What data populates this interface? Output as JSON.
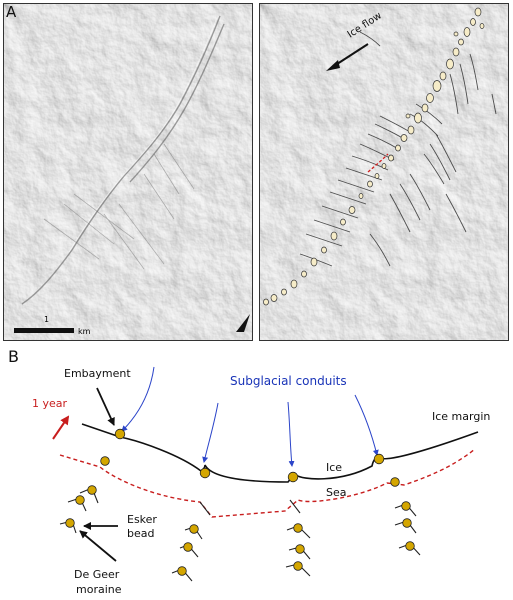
{
  "panel_a": {
    "label": "A",
    "scale_value": "1",
    "scale_unit": "km",
    "ice_flow_label": "Ice flow"
  },
  "panel_b": {
    "label": "B",
    "labels": {
      "embayment": "Embayment",
      "subglacial_conduits": "Subglacial conduits",
      "one_year": "1 year",
      "ice_margin": "Ice margin",
      "ice": "Ice",
      "sea": "Sea",
      "esker": "Esker",
      "bead": "bead",
      "de_geer": "De Geer",
      "moraine": "moraine"
    }
  },
  "colors": {
    "bead_fill": "#d4a600",
    "conduit_arrow": "#2b44c9",
    "conduit_label": "#1a35b8",
    "one_year": "#c81e1e",
    "esker_bead_map": "#f6ecc8"
  }
}
